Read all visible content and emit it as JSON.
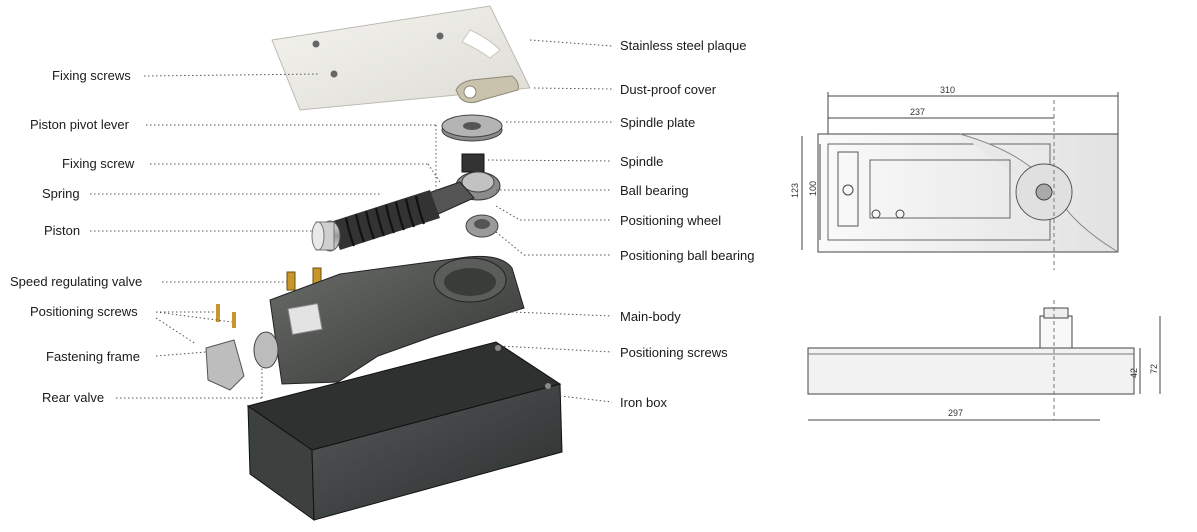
{
  "labels_left": {
    "fixing_screws": "Fixing screws",
    "piston_pivot_lever": "Piston pivot lever",
    "fixing_screw": "Fixing screw",
    "spring": "Spring",
    "piston": "Piston",
    "speed_regulating_valve": "Speed regulating valve",
    "positioning_screws": "Positioning screws",
    "fastening_frame": "Fastening frame",
    "rear_valve": "Rear valve"
  },
  "labels_right": {
    "stainless_steel_plaque": "Stainless steel plaque",
    "dust_proof_cover": "Dust-proof cover",
    "spindle_plate": "Spindle plate",
    "spindle": "Spindle",
    "ball_bearing": "Ball bearing",
    "positioning_wheel": "Positioning wheel",
    "positioning_ball_bearing": "Positioning ball bearing",
    "main_body": "Main-body",
    "positioning_screws": "Positioning screws",
    "iron_box": "Iron box"
  },
  "top_view_dims": {
    "total_length": "310",
    "inner_length": "237",
    "outer_height": "123",
    "inner_height": "100"
  },
  "side_view_dims": {
    "length": "297",
    "box_height": "42",
    "total_height": "72"
  },
  "colors": {
    "box": "#3a3e3c",
    "body": "#4a4d4a",
    "plaque": "#ecebe6",
    "spring": "#2a2a2a",
    "brass": "#c8962a"
  }
}
